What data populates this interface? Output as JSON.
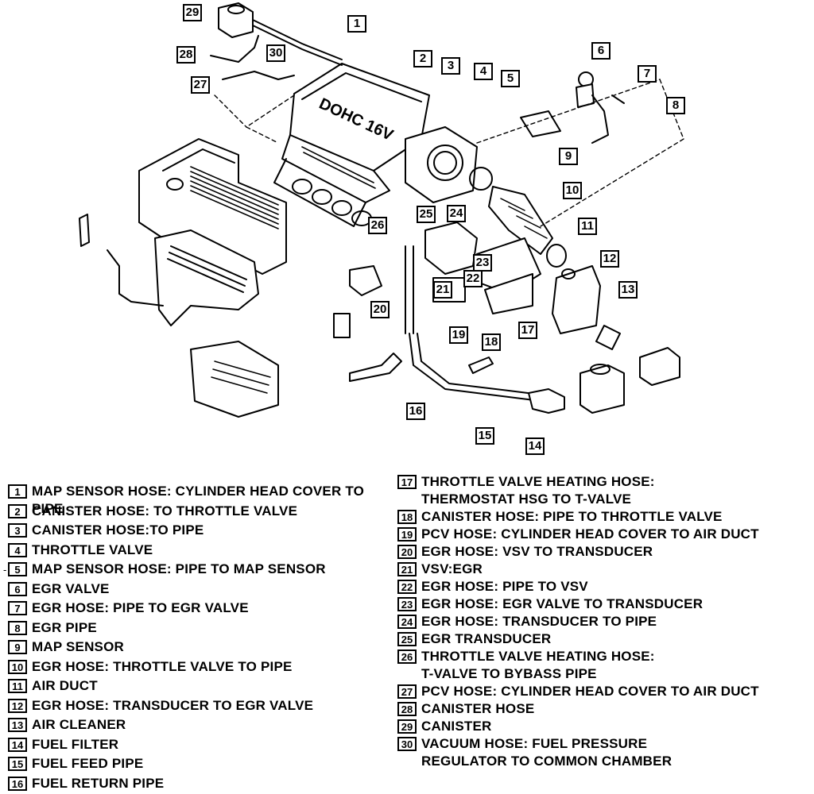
{
  "callouts": [
    "1",
    "2",
    "3",
    "4",
    "5",
    "6",
    "7",
    "8",
    "9",
    "10",
    "11",
    "12",
    "13",
    "14",
    "15",
    "16",
    "20",
    "17",
    "18",
    "19",
    "21",
    "22",
    "23",
    "24",
    "25",
    "26",
    "27",
    "28",
    "29",
    "30"
  ],
  "legend_left": [
    {
      "num": "1",
      "text": "MAP SENSOR HOSE: CYLINDER HEAD COVER TO PIPE"
    },
    {
      "num": "2",
      "text": "CANISTER HOSE: TO THROTTLE VALVE"
    },
    {
      "num": "3",
      "text": "CANISTER HOSE:TO PIPE"
    },
    {
      "num": "4",
      "text": "THROTTLE VALVE"
    },
    {
      "num": "5",
      "text": "MAP SENSOR HOSE: PIPE TO MAP SENSOR"
    },
    {
      "num": "6",
      "text": "EGR VALVE"
    },
    {
      "num": "7",
      "text": "EGR HOSE: PIPE TO EGR VALVE"
    },
    {
      "num": "8",
      "text": "EGR PIPE"
    },
    {
      "num": "9",
      "text": "MAP SENSOR"
    },
    {
      "num": "10",
      "text": "EGR HOSE: THROTTLE VALVE TO PIPE"
    },
    {
      "num": "11",
      "text": "AIR DUCT"
    },
    {
      "num": "12",
      "text": "EGR HOSE: TRANSDUCER TO EGR VALVE"
    },
    {
      "num": "13",
      "text": "AIR CLEANER"
    },
    {
      "num": "14",
      "text": "FUEL FILTER"
    },
    {
      "num": "15",
      "text": "FUEL FEED PIPE"
    },
    {
      "num": "16",
      "text": "FUEL RETURN PIPE"
    }
  ],
  "legend_right": [
    {
      "num": "17",
      "text": "THROTTLE VALVE HEATING HOSE:\nTHERMOSTAT HSG TO T-VALVE"
    },
    {
      "num": "18",
      "text": "CANISTER HOSE: PIPE TO THROTTLE VALVE"
    },
    {
      "num": "19",
      "text": "PCV HOSE: CYLINDER HEAD COVER TO AIR DUCT"
    },
    {
      "num": "20",
      "text": "EGR HOSE: VSV TO TRANSDUCER"
    },
    {
      "num": "21",
      "text": "VSV:EGR"
    },
    {
      "num": "22",
      "text": "EGR HOSE: PIPE TO VSV"
    },
    {
      "num": "23",
      "text": "EGR HOSE: EGR VALVE TO TRANSDUCER"
    },
    {
      "num": "24",
      "text": "EGR HOSE: TRANSDUCER TO PIPE"
    },
    {
      "num": "25",
      "text": "EGR TRANSDUCER"
    },
    {
      "num": "26",
      "text": "THROTTLE VALVE HEATING HOSE:\nT-VALVE TO BYBASS PIPE"
    },
    {
      "num": "27",
      "text": "PCV HOSE: CYLINDER HEAD COVER TO AIR DUCT"
    },
    {
      "num": "28",
      "text": "CANISTER HOSE"
    },
    {
      "num": "29",
      "text": "CANISTER"
    },
    {
      "num": "30",
      "text": "VACUUM HOSE: FUEL PRESSURE\nREGULATOR TO COMMON CHAMBER"
    }
  ],
  "engine_cover_text": "DOHC 16V",
  "stray_mark": "-"
}
